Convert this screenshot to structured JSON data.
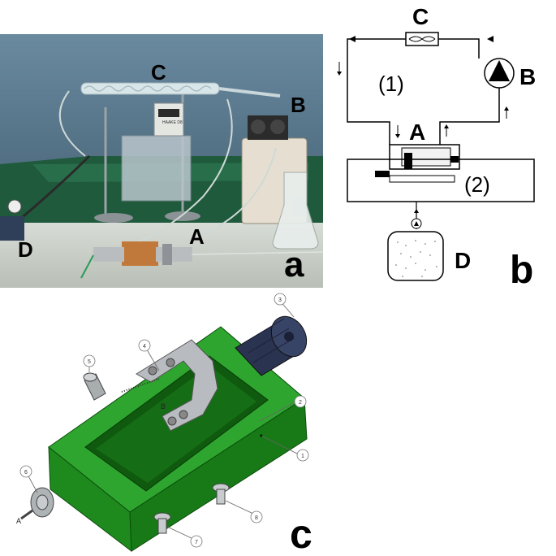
{
  "photo": {
    "labels": {
      "c": "C",
      "b": "B",
      "a": "A",
      "d": "D"
    },
    "panel_letter": "a",
    "device_text": "HAAKE D8"
  },
  "schematic": {
    "labels": {
      "c": "C",
      "b": "B",
      "a": "A",
      "d": "D",
      "loop1": "(1)",
      "loop2": "(2)"
    },
    "panel_letter": "b"
  },
  "cad": {
    "callouts": [
      "1",
      "2",
      "3",
      "4",
      "5",
      "6",
      "7",
      "8"
    ],
    "inner_labels": {
      "a": "A",
      "b": "B"
    },
    "panel_letter": "c"
  },
  "colors": {
    "cad_green": "#1e8a1e",
    "knob": "#2a3350",
    "photo_bg": "#3f5a6a"
  }
}
